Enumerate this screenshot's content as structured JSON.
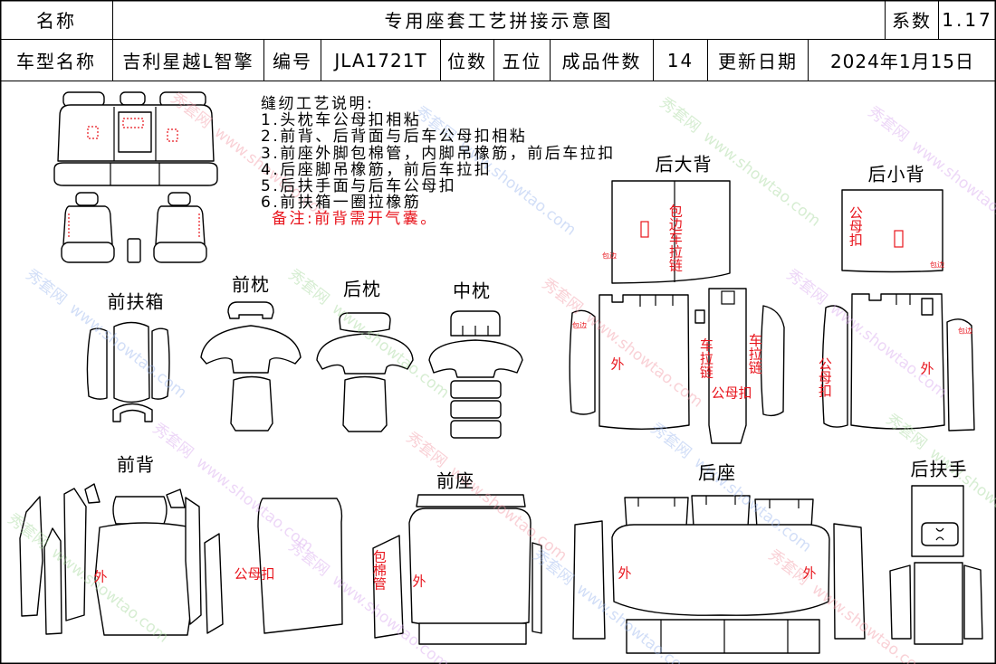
{
  "header": {
    "name_label": "名称",
    "title": "专用座套工艺拼接示意图",
    "coef_label": "系数",
    "coef_value": "1.17",
    "model_label": "车型名称",
    "model_value": "吉利星越L智擎",
    "code_label": "编号",
    "code_value": "JLA1721T",
    "seats_label": "位数",
    "seats_value": "五位",
    "pieces_label": "成品件数",
    "pieces_value": "14",
    "date_label": "更新日期",
    "date_value": "2024年1月15日"
  },
  "instructions": {
    "heading": "缝纫工艺说明:",
    "steps": [
      "1.头枕车公母扣相粘",
      "2.前背、后背面与后车公母扣相粘",
      "3.前座外脚包棉管，内脚吊橡筋，前后车拉扣",
      "4.后座脚吊橡筋，前后车拉扣",
      "5.后扶手面与后车公母扣",
      "6.前扶箱一圈拉橡筋"
    ],
    "note": "备注:前背需开气囊。"
  },
  "sections": {
    "front_armrest": "前扶箱",
    "front_headrest": "前枕",
    "rear_headrest": "后枕",
    "middle_headrest": "中枕",
    "rear_large_back": "后大背",
    "rear_small_back": "后小背",
    "front_back": "前背",
    "front_seat": "前座",
    "rear_seat": "后座",
    "rear_armrest": "后扶手"
  },
  "annotations": {
    "outer": "外",
    "snap": "公母扣",
    "foam_tube": "包棉管",
    "edge_zipper": "包边车拉链",
    "zipper": "车拉链",
    "edge": "包边"
  },
  "watermark": {
    "brand": "秀套网",
    "url": "www.showtao.com"
  },
  "colors": {
    "line": "#000000",
    "annotation": "#e8141c"
  }
}
